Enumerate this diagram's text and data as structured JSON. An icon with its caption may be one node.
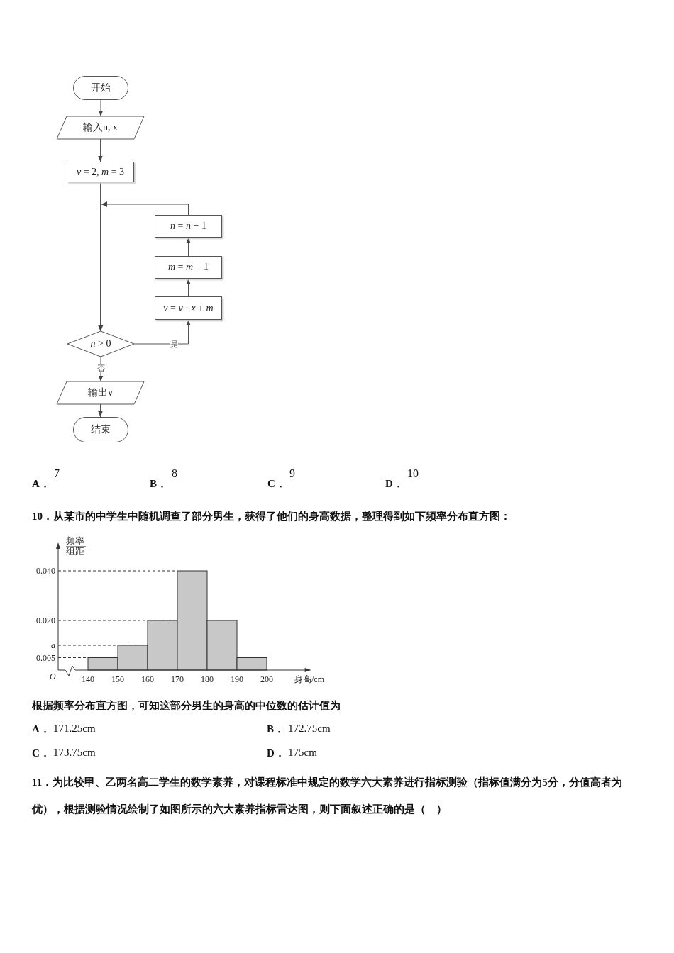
{
  "diagram": {
    "nodes": [
      {
        "text": [
          "开始"
        ]
      },
      {
        "text": [
          "输入n, x"
        ]
      },
      {
        "text": [
          "*v* = 2, *m* = 3"
        ]
      },
      {
        "text": [
          "*n* > 0"
        ]
      },
      {
        "text": [
          "*v* = *v* · *x* + *m*"
        ]
      },
      {
        "text": [
          "*m* = *m* − 1"
        ]
      },
      {
        "text": [
          "*n* = *n* − 1"
        ]
      },
      {
        "text": [
          "输出v"
        ]
      },
      {
        "text": [
          "结束"
        ]
      }
    ],
    "edges": [
      {
        "from": 0,
        "to": 1,
        "arrow": "to"
      },
      {
        "from": 1,
        "to": 2,
        "arrow": "to"
      },
      {
        "from": 2,
        "to": 3,
        "arrow": "to"
      },
      {
        "from": 3,
        "to": 4,
        "arrow": "to",
        "label": "是"
      },
      {
        "from": 4,
        "to": 5,
        "arrow": "to"
      },
      {
        "from": 5,
        "to": 6,
        "arrow": "to"
      },
      {
        "from": 6,
        "to": 3,
        "arrow": "to"
      },
      {
        "from": 3,
        "to": 7,
        "arrow": "to",
        "label": "否"
      },
      {
        "from": 7,
        "to": 8,
        "arrow": "to"
      }
    ],
    "labels": [
      "A．",
      "7",
      "B．",
      "8",
      "C．",
      "9",
      "D．",
      "10",
      "10．从某市的中学生中随机调查了部分男生，获得了他们的身高数据，整理得到如下频率分布直方图：",
      "O",
      "根据频率分布直方图，可知这部分男生的身高的中位数的估计值为",
      "A．",
      "171.25cm",
      "B．",
      "172.75cm",
      "C．",
      "173.75cm",
      "D．",
      "175cm",
      "11．为比较甲、乙两名高二学生的数学素养，对课程标准中规定的数学六大素养进行指标测验（指标值满分为5分，分值高者为优），根据测验情况绘制了如图所示的六大素养指标雷达图，则下面叙述正确的是（　）"
    ],
    "chart_data": {
      "type": "bar",
      "xlabel": "身高/cm",
      "ylabel": "频率组距",
      "x": [
        145,
        155,
        165,
        175,
        185,
        195
      ],
      "xlim": [
        130,
        213
      ],
      "ylim": [
        0,
        0.05
      ],
      "ref_lines": [
        {
          "axis": "y",
          "value": 0.005
        },
        {
          "axis": "y",
          "value": 0.01
        },
        {
          "axis": "y",
          "value": 0.02
        },
        {
          "axis": "y",
          "value": 0.04
        }
      ],
      "values": [
        0.005,
        0.01,
        0.02,
        0.04,
        0.02,
        0.005
      ],
      "xticks": [
        140,
        150,
        160,
        170,
        180,
        190,
        200
      ],
      "yticks": [
        {
          "value": 0.005,
          "label": "0.005"
        },
        {
          "value": 0.01,
          "label": "a"
        },
        {
          "value": 0.02,
          "label": "0.020"
        },
        {
          "value": 0.04,
          "label": "0.040"
        }
      ]
    }
  }
}
